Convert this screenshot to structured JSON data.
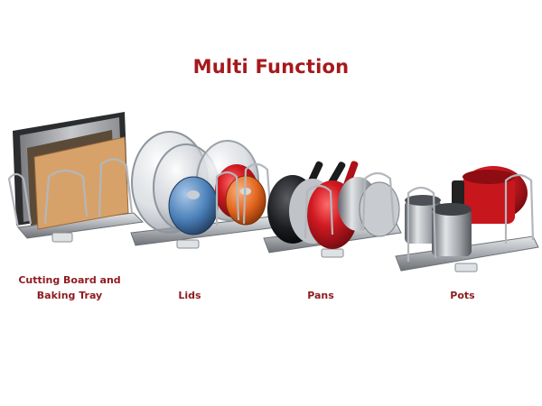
{
  "heading": "Multi Function",
  "products": [
    {
      "id": "cutting-board",
      "label_lines": [
        "Cutting Board and",
        "Baking Tray"
      ]
    },
    {
      "id": "lids",
      "label_lines": [
        "Lids"
      ]
    },
    {
      "id": "pans",
      "label_lines": [
        "Pans"
      ]
    },
    {
      "id": "pots",
      "label_lines": [
        "Pots"
      ]
    }
  ],
  "colors": {
    "heading": "#a5191c",
    "labels": "#8e1b1e",
    "red_cookware": "#c8161d",
    "rack_metal": "#a9adb2",
    "lid_blue": "#4a7fb8",
    "lid_orange": "#e0641d"
  }
}
